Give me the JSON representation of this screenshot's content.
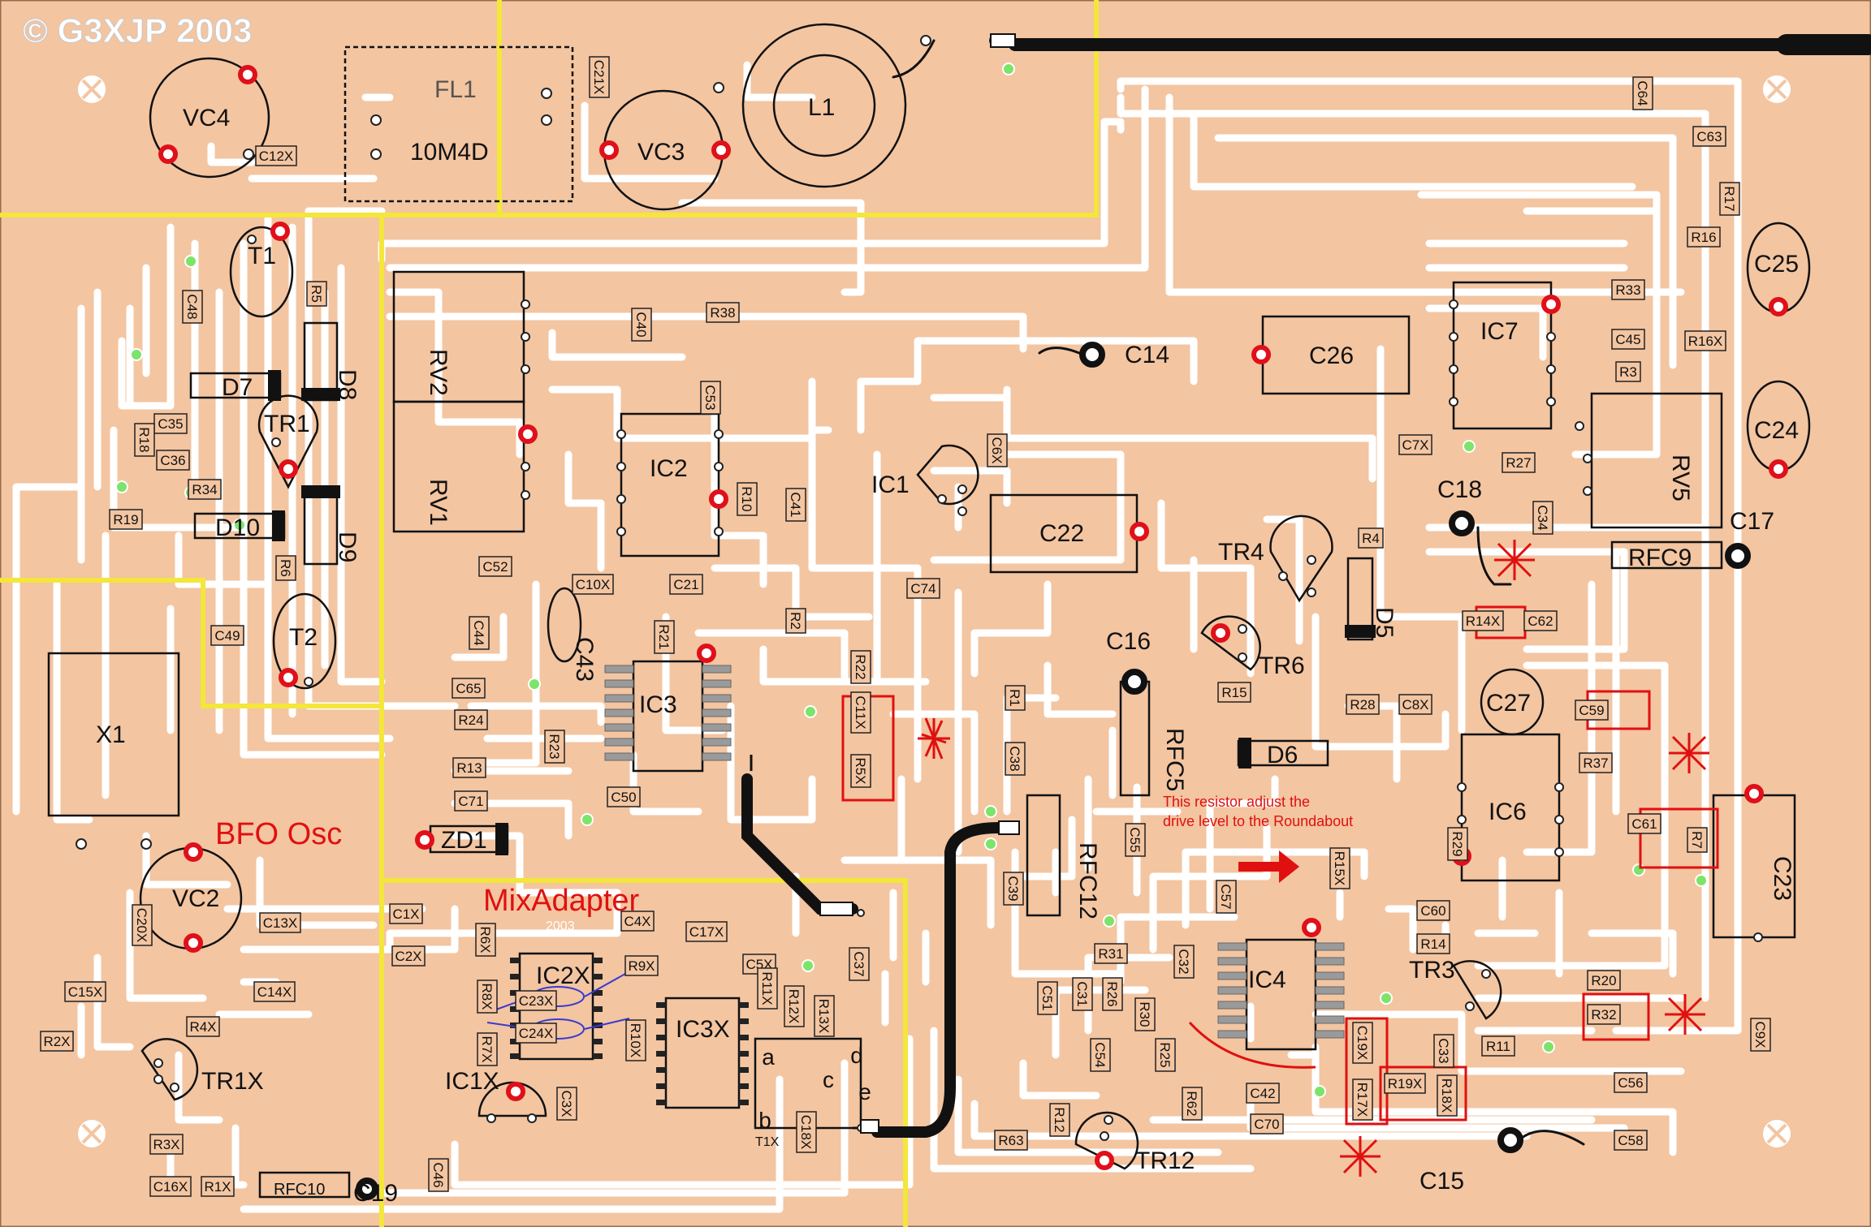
{
  "copyright": "© G3XJP 2003",
  "colors": {
    "board": "#f3c5a1",
    "trace": "#ffffff",
    "outline": "#000000",
    "pad_red": "#e0101a",
    "yellow": "#f4e63a",
    "red_text": "#e01010"
  },
  "annotations": {
    "bfo": "BFO Osc",
    "mix_adapter": "MixAdapter",
    "mix_year": "2003",
    "drive_note_line1": "This resistor adjust the",
    "drive_note_line2": "drive level to the Roundabout"
  },
  "large_parts": {
    "vc4": "VC4",
    "fl1": "FL1",
    "fl1_type": "10M4D",
    "vc3": "VC3",
    "l1": "L1",
    "rv2": "RV2",
    "rv1": "RV1",
    "ic2": "IC2",
    "ic1": "IC1",
    "c22": "C22",
    "c26": "C26",
    "ic7": "IC7",
    "c25": "C25",
    "c24": "C24",
    "rv5": "RV5",
    "tr1": "TR1",
    "t1": "T1",
    "t2": "T2",
    "d7": "D7",
    "d8": "D8",
    "d9": "D9",
    "d10": "D10",
    "x1": "X1",
    "vc2": "VC2",
    "tr1x": "TR1X",
    "ic3": "IC3",
    "c43": "C43",
    "zd1": "ZD1",
    "ic2x": "IC2X",
    "ic3x": "IC3X",
    "ic1x": "IC1X",
    "tr4": "TR4",
    "tr6": "TR6",
    "d5": "D5",
    "d6": "D6",
    "c16": "C16",
    "rfc5": "RFC5",
    "rfc12": "RFC12",
    "c27": "C27",
    "ic6": "IC6",
    "c23": "C23",
    "ic4": "IC4",
    "tr3": "TR3",
    "tr12": "TR12",
    "c15": "C15",
    "c18": "C18",
    "c17": "C17",
    "rfc9": "RFC9",
    "c14": "C14",
    "c19": "C19",
    "rfc10": "RFC10",
    "t1x": "T1X"
  },
  "small_labels": [
    {
      "id": "C21X",
      "t": "C21X"
    },
    {
      "id": "C12X",
      "t": "C12X"
    },
    {
      "id": "C64",
      "t": "C64"
    },
    {
      "id": "C63",
      "t": "C63"
    },
    {
      "id": "R17",
      "t": "R17"
    },
    {
      "id": "R16",
      "t": "R16"
    },
    {
      "id": "R33",
      "t": "R33"
    },
    {
      "id": "C45",
      "t": "C45"
    },
    {
      "id": "R16X",
      "t": "R16X"
    },
    {
      "id": "R3",
      "t": "R3"
    },
    {
      "id": "C7X",
      "t": "C7X"
    },
    {
      "id": "R27",
      "t": "R27"
    },
    {
      "id": "C34",
      "t": "C34"
    },
    {
      "id": "C48",
      "t": "C48"
    },
    {
      "id": "R5",
      "t": "R5"
    },
    {
      "id": "C35",
      "t": "C35"
    },
    {
      "id": "R18",
      "t": "R18"
    },
    {
      "id": "C36",
      "t": "C36"
    },
    {
      "id": "R34",
      "t": "R34"
    },
    {
      "id": "R19",
      "t": "R19"
    },
    {
      "id": "R6",
      "t": "R6"
    },
    {
      "id": "C49",
      "t": "C49"
    },
    {
      "id": "C40",
      "t": "C40"
    },
    {
      "id": "R38",
      "t": "R38"
    },
    {
      "id": "C53",
      "t": "C53"
    },
    {
      "id": "R10",
      "t": "R10"
    },
    {
      "id": "C41",
      "t": "C41"
    },
    {
      "id": "C6X",
      "t": "C6X"
    },
    {
      "id": "C52",
      "t": "C52"
    },
    {
      "id": "C10X",
      "t": "C10X"
    },
    {
      "id": "C21",
      "t": "C21"
    },
    {
      "id": "C74",
      "t": "C74"
    },
    {
      "id": "R4",
      "t": "R4"
    },
    {
      "id": "R14X",
      "t": "R14X"
    },
    {
      "id": "C62",
      "t": "C62"
    },
    {
      "id": "C44",
      "t": "C44"
    },
    {
      "id": "R21",
      "t": "R21"
    },
    {
      "id": "R2",
      "t": "R2"
    },
    {
      "id": "R22",
      "t": "R22"
    },
    {
      "id": "C11X",
      "t": "C11X"
    },
    {
      "id": "R5X",
      "t": "R5X"
    },
    {
      "id": "C65",
      "t": "C65"
    },
    {
      "id": "R24",
      "t": "R24"
    },
    {
      "id": "R23",
      "t": "R23"
    },
    {
      "id": "R13",
      "t": "R13"
    },
    {
      "id": "C71",
      "t": "C71"
    },
    {
      "id": "C50",
      "t": "C50"
    },
    {
      "id": "R1",
      "t": "R1"
    },
    {
      "id": "C38",
      "t": "C38"
    },
    {
      "id": "R15",
      "t": "R15"
    },
    {
      "id": "R28",
      "t": "R28"
    },
    {
      "id": "C8X",
      "t": "C8X"
    },
    {
      "id": "C59",
      "t": "C59"
    },
    {
      "id": "R37",
      "t": "R37"
    },
    {
      "id": "C61",
      "t": "C61"
    },
    {
      "id": "R7",
      "t": "R7"
    },
    {
      "id": "R29",
      "t": "R29"
    },
    {
      "id": "C55",
      "t": "C55"
    },
    {
      "id": "R15X",
      "t": "R15X"
    },
    {
      "id": "C39",
      "t": "C39"
    },
    {
      "id": "C57",
      "t": "C57"
    },
    {
      "id": "C60",
      "t": "C60"
    },
    {
      "id": "R14",
      "t": "R14"
    },
    {
      "id": "R20",
      "t": "R20"
    },
    {
      "id": "R32",
      "t": "R32"
    },
    {
      "id": "C9X",
      "t": "C9X"
    },
    {
      "id": "R11",
      "t": "R11"
    },
    {
      "id": "C33",
      "t": "C33"
    },
    {
      "id": "C56",
      "t": "C56"
    },
    {
      "id": "C58",
      "t": "C58"
    },
    {
      "id": "C20X",
      "t": "C20X"
    },
    {
      "id": "C13X",
      "t": "C13X"
    },
    {
      "id": "C1X",
      "t": "C1X"
    },
    {
      "id": "R6X",
      "t": "R6X"
    },
    {
      "id": "C4X",
      "t": "C4X"
    },
    {
      "id": "C17X",
      "t": "C17X"
    },
    {
      "id": "C2X",
      "t": "C2X"
    },
    {
      "id": "R9X",
      "t": "R9X"
    },
    {
      "id": "C5X",
      "t": "C5X"
    },
    {
      "id": "C37",
      "t": "C37"
    },
    {
      "id": "C15X",
      "t": "C15X"
    },
    {
      "id": "C14X",
      "t": "C14X"
    },
    {
      "id": "R8X",
      "t": "R8X"
    },
    {
      "id": "C23X",
      "t": "C23X"
    },
    {
      "id": "C24X",
      "t": "C24X"
    },
    {
      "id": "R11X",
      "t": "R11X"
    },
    {
      "id": "R12X",
      "t": "R12X"
    },
    {
      "id": "R13X",
      "t": "R13X"
    },
    {
      "id": "R7X",
      "t": "R7X"
    },
    {
      "id": "R10X",
      "t": "R10X"
    },
    {
      "id": "R2X",
      "t": "R2X"
    },
    {
      "id": "R4X",
      "t": "R4X"
    },
    {
      "id": "C3X",
      "t": "C3X"
    },
    {
      "id": "C18X",
      "t": "C18X"
    },
    {
      "id": "R3X",
      "t": "R3X"
    },
    {
      "id": "C16X",
      "t": "C16X"
    },
    {
      "id": "R1X",
      "t": "R1X"
    },
    {
      "id": "C46",
      "t": "C46"
    },
    {
      "id": "C51",
      "t": "C51"
    },
    {
      "id": "C31",
      "t": "C31"
    },
    {
      "id": "R26",
      "t": "R26"
    },
    {
      "id": "R31",
      "t": "R31"
    },
    {
      "id": "R30",
      "t": "R30"
    },
    {
      "id": "C32",
      "t": "C32"
    },
    {
      "id": "C54",
      "t": "C54"
    },
    {
      "id": "R25",
      "t": "R25"
    },
    {
      "id": "R62",
      "t": "R62"
    },
    {
      "id": "C42",
      "t": "C42"
    },
    {
      "id": "C70",
      "t": "C70"
    },
    {
      "id": "R12",
      "t": "R12"
    },
    {
      "id": "R63",
      "t": "R63"
    },
    {
      "id": "C19X",
      "t": "C19X"
    },
    {
      "id": "R19X",
      "t": "R19X"
    },
    {
      "id": "R18X",
      "t": "R18X"
    },
    {
      "id": "R17X",
      "t": "R17X"
    },
    {
      "id": "a",
      "t": "a"
    },
    {
      "id": "b",
      "t": "b"
    },
    {
      "id": "c",
      "t": "c"
    },
    {
      "id": "d",
      "t": "d"
    },
    {
      "id": "e",
      "t": "e"
    }
  ]
}
